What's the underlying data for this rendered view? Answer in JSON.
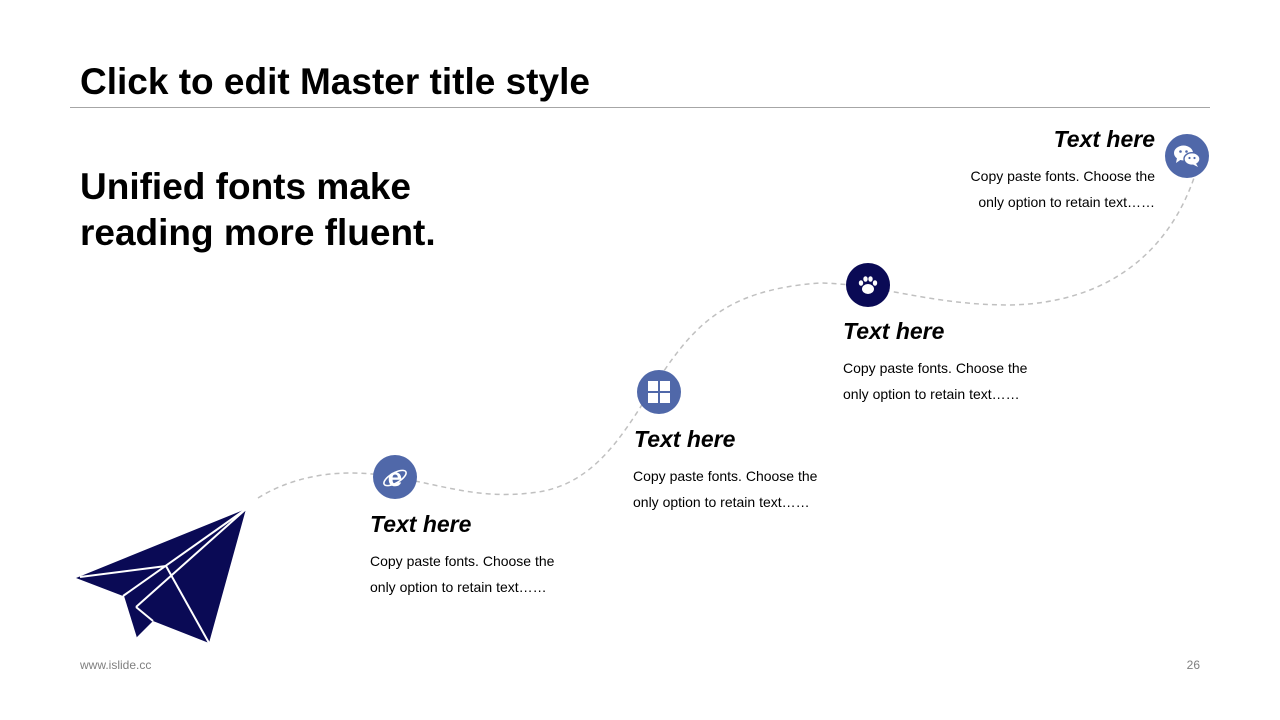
{
  "title": "Click to edit Master title style",
  "headline": {
    "line1": "Unified fonts make",
    "line2": "reading more fluent."
  },
  "steps": [
    {
      "icon": "internet-explorer-icon",
      "title": "Text here",
      "body1": "Copy paste fonts. Choose the",
      "body2": "only option to retain text……"
    },
    {
      "icon": "windows-icon",
      "title": "Text here",
      "body1": "Copy paste fonts. Choose the",
      "body2": "only option to retain text……"
    },
    {
      "icon": "paw-icon",
      "title": "Text here",
      "body1": "Copy paste fonts. Choose the",
      "body2": "only option to retain text……"
    },
    {
      "icon": "wechat-icon",
      "title": "Text here",
      "body1": "Copy paste fonts. Choose the",
      "body2": "only option to retain text……"
    }
  ],
  "footer": {
    "website": "www.islide.cc",
    "page_number": "26"
  },
  "colors": {
    "accent_blue": "#5068a9",
    "navy": "#0a0a55",
    "path_gray": "#c0c0c0",
    "rule_gray": "#a6a6a6"
  }
}
